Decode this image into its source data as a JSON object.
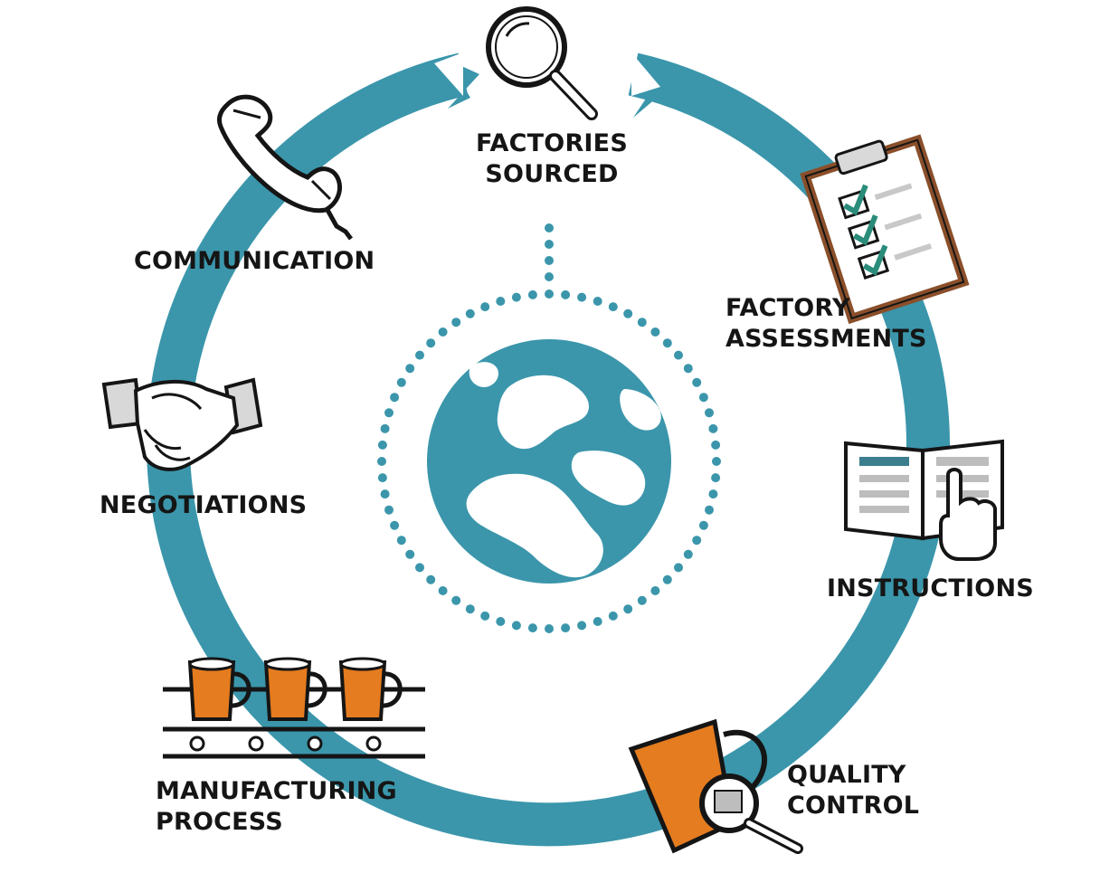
{
  "colors": {
    "ring": "#3b96ab",
    "accent_orange": "#e57c1f",
    "ink": "#151515",
    "check_green": "#2a8c7a",
    "background": "#ffffff"
  },
  "steps": [
    {
      "id": "factories-sourced",
      "lines": [
        "FACTORIES",
        "SOURCED"
      ],
      "icon": "magnifier-icon"
    },
    {
      "id": "factory-assessments",
      "lines": [
        "FACTORY",
        "ASSESSMENTS"
      ],
      "icon": "clipboard-checklist-icon"
    },
    {
      "id": "instructions",
      "lines": [
        "INSTRUCTIONS"
      ],
      "icon": "open-book-icon"
    },
    {
      "id": "quality-control",
      "lines": [
        "QUALITY",
        "CONTROL"
      ],
      "icon": "mug-inspection-icon"
    },
    {
      "id": "manufacturing-process",
      "lines": [
        "MANUFACTURING",
        "PROCESS"
      ],
      "icon": "conveyor-belt-icon"
    },
    {
      "id": "negotiations",
      "lines": [
        "NEGOTIATIONS"
      ],
      "icon": "handshake-icon"
    },
    {
      "id": "communication",
      "lines": [
        "COMMUNICATION"
      ],
      "icon": "telephone-icon"
    }
  ],
  "center": {
    "icon": "globe-icon"
  }
}
